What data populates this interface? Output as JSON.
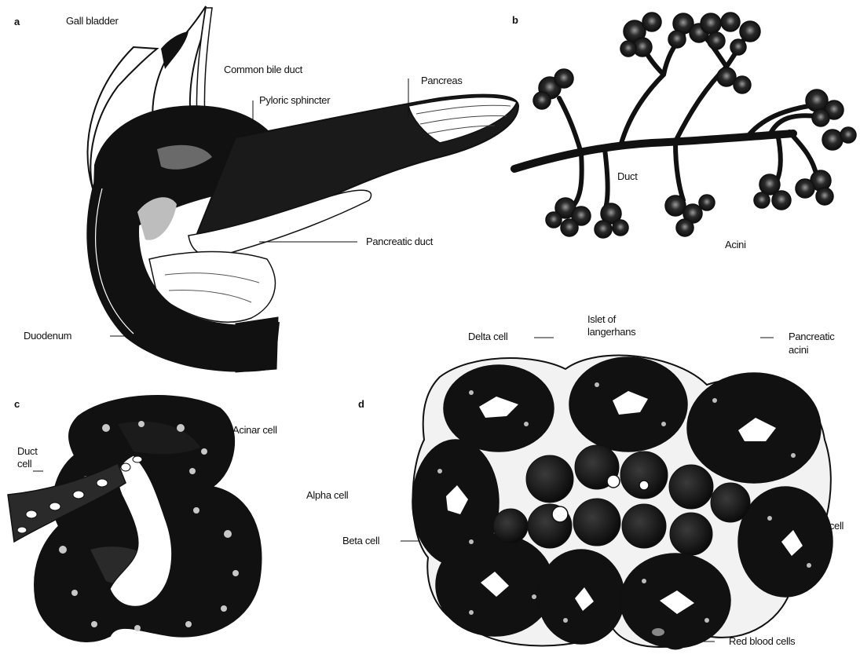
{
  "colors": {
    "ink": "#111111",
    "paper": "#ffffff",
    "gray": "#8a8a8a",
    "light": "#d8d8d8"
  },
  "panels": {
    "a": {
      "letter": "a",
      "labels": {
        "gall_bladder": "Gall bladder",
        "common_bile_duct": "Common bile duct",
        "pyloric_sphincter": "Pyloric sphincter",
        "pancreas": "Pancreas",
        "pancreatic_duct": "Pancreatic duct",
        "duodenum": "Duodenum"
      }
    },
    "b": {
      "letter": "b",
      "labels": {
        "duct": "Duct",
        "acini": "Acini"
      }
    },
    "c": {
      "letter": "c",
      "labels": {
        "duct_cell_line1": "Duct",
        "duct_cell_line2": "cell",
        "acinar_cell": "Acinar cell"
      }
    },
    "d": {
      "letter": "d",
      "labels": {
        "alpha_cell": "Alpha cell",
        "delta_cell": "Delta cell",
        "islet_line1": "Islet of",
        "islet_line2": "langerhans",
        "pancreatic_acini_line1": "Pancreatic",
        "pancreatic_acini_line2": "acini",
        "beta_cell": "Beta cell",
        "pp_cell": "PP cell",
        "red_blood_cells": "Red blood cells"
      }
    }
  }
}
